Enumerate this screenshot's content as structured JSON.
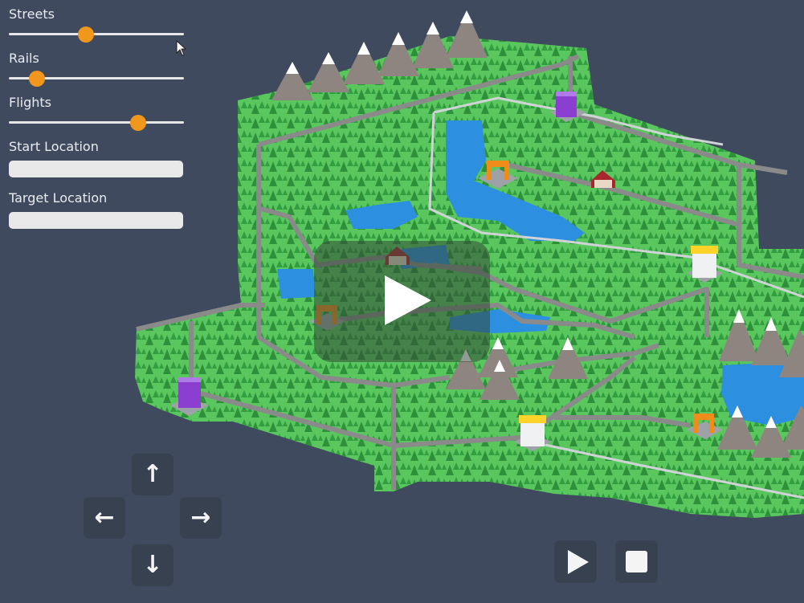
{
  "controls": {
    "sliders": [
      {
        "label": "Streets",
        "value": 0.44
      },
      {
        "label": "Rails",
        "value": 0.16
      },
      {
        "label": "Flights",
        "value": 0.74
      }
    ],
    "start_location": {
      "label": "Start Location",
      "value": ""
    },
    "target_location": {
      "label": "Target Location",
      "value": ""
    }
  },
  "arrows": {
    "up": "↑",
    "left": "←",
    "right": "→",
    "down": "↓"
  },
  "playback": {
    "play_icon": "play-icon",
    "stop_icon": "stop-icon"
  },
  "overlay": {
    "icon": "play-video-icon"
  },
  "colors": {
    "background": "#3f4a5e",
    "land": "#5ac75e",
    "forest": "#2e8f3c",
    "water": "#2c8fe0",
    "road": "#8a8a8a",
    "slider_thumb": "#f2971d",
    "button": "#37414f"
  },
  "map_icons": {
    "mountain": "mountain-icon",
    "tree": "tree-icon",
    "house": "house-icon",
    "tower": "office-tower-icon",
    "apartment": "apartment-building-icon",
    "station": "station-gate-icon"
  }
}
